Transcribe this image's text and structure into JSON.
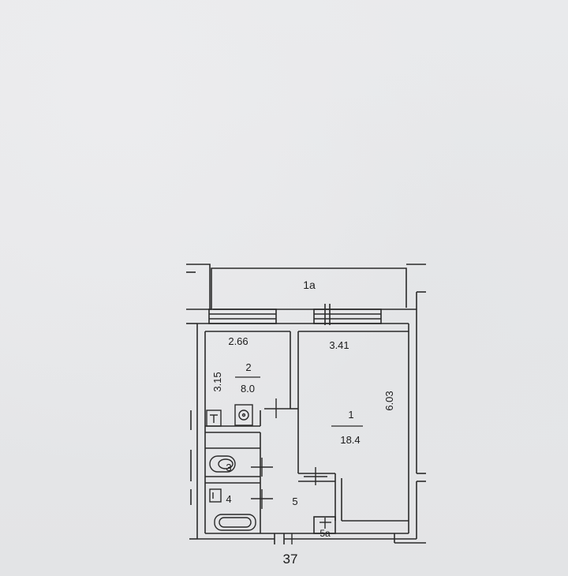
{
  "plan": {
    "balcony": {
      "label": "1a"
    },
    "room1": {
      "number": "1",
      "area": "18.4",
      "width": "3.41",
      "length": "6.03"
    },
    "room2": {
      "number": "2",
      "area": "8.0",
      "width": "2.66",
      "length": "3.15"
    },
    "room3": {
      "number": "3"
    },
    "room4": {
      "number": "4"
    },
    "room5": {
      "number": "5"
    },
    "room5a": {
      "number": "5a"
    },
    "apartment_number": "37"
  },
  "colors": {
    "paper": "#e7e8ea",
    "ink": "#2a2a2a"
  }
}
